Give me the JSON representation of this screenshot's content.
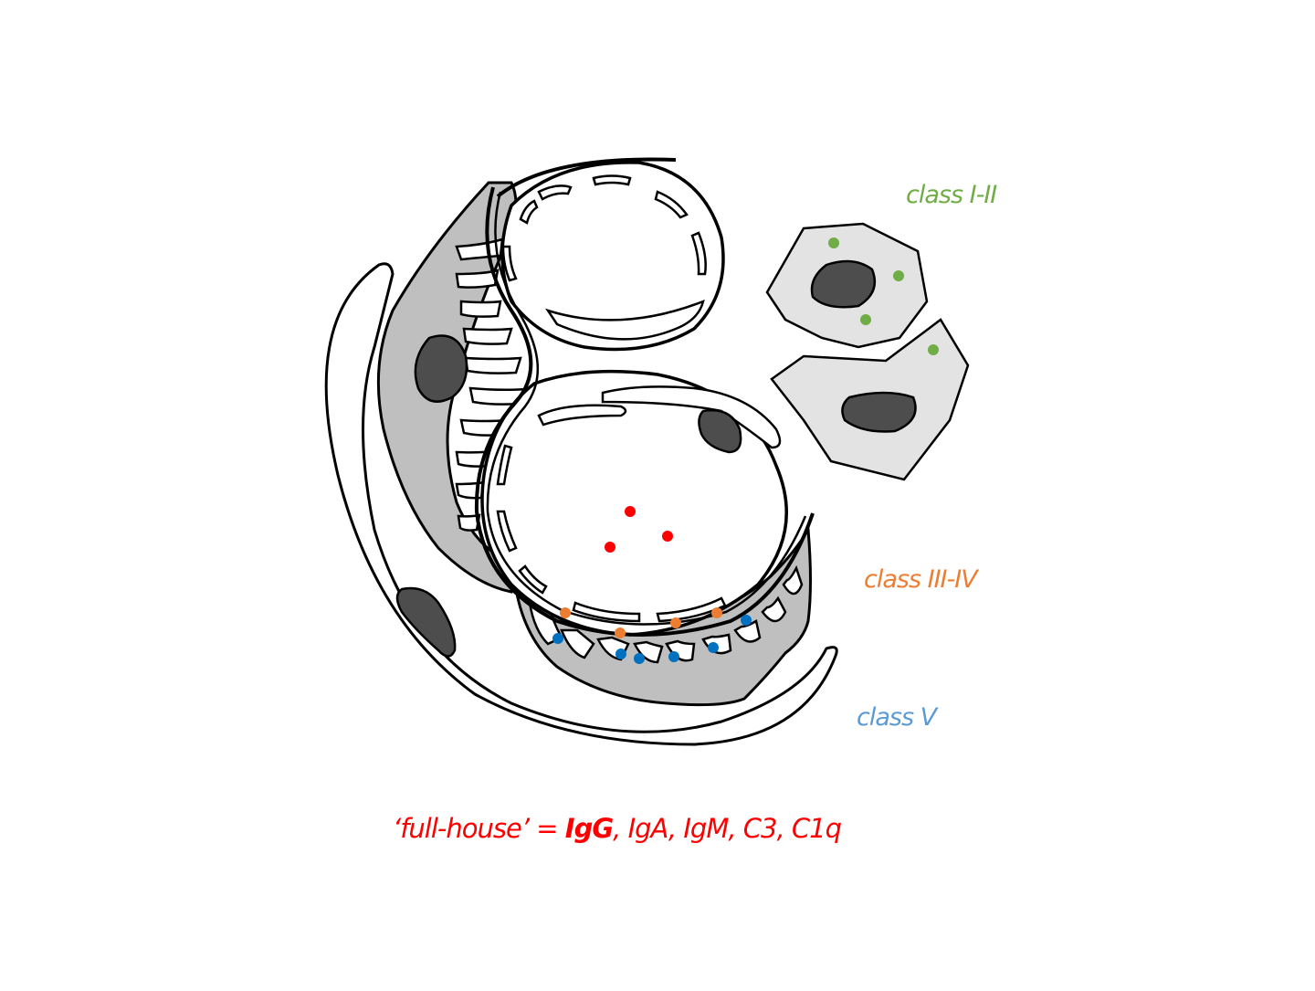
{
  "labels": {
    "class_1_2": "class I-II",
    "class_3_4": "class III-IV",
    "class_5": "class V"
  },
  "caption": {
    "prefix": "‘full-house’ = ",
    "bold": "IgG",
    "rest": ", IgA, IgM, C3, C1q"
  },
  "colors": {
    "class_1_2": "#70ad47",
    "class_3_4": "#ed7d31",
    "class_5": "#5b9bd5",
    "caption": "#ff0000",
    "deposit_blue": "#0070c0",
    "stroke": "#000000",
    "gm_gray": "#bfbfbf",
    "cell_light_gray": "#e3e3e3",
    "nucleus_dark": "#4d4d4d"
  }
}
